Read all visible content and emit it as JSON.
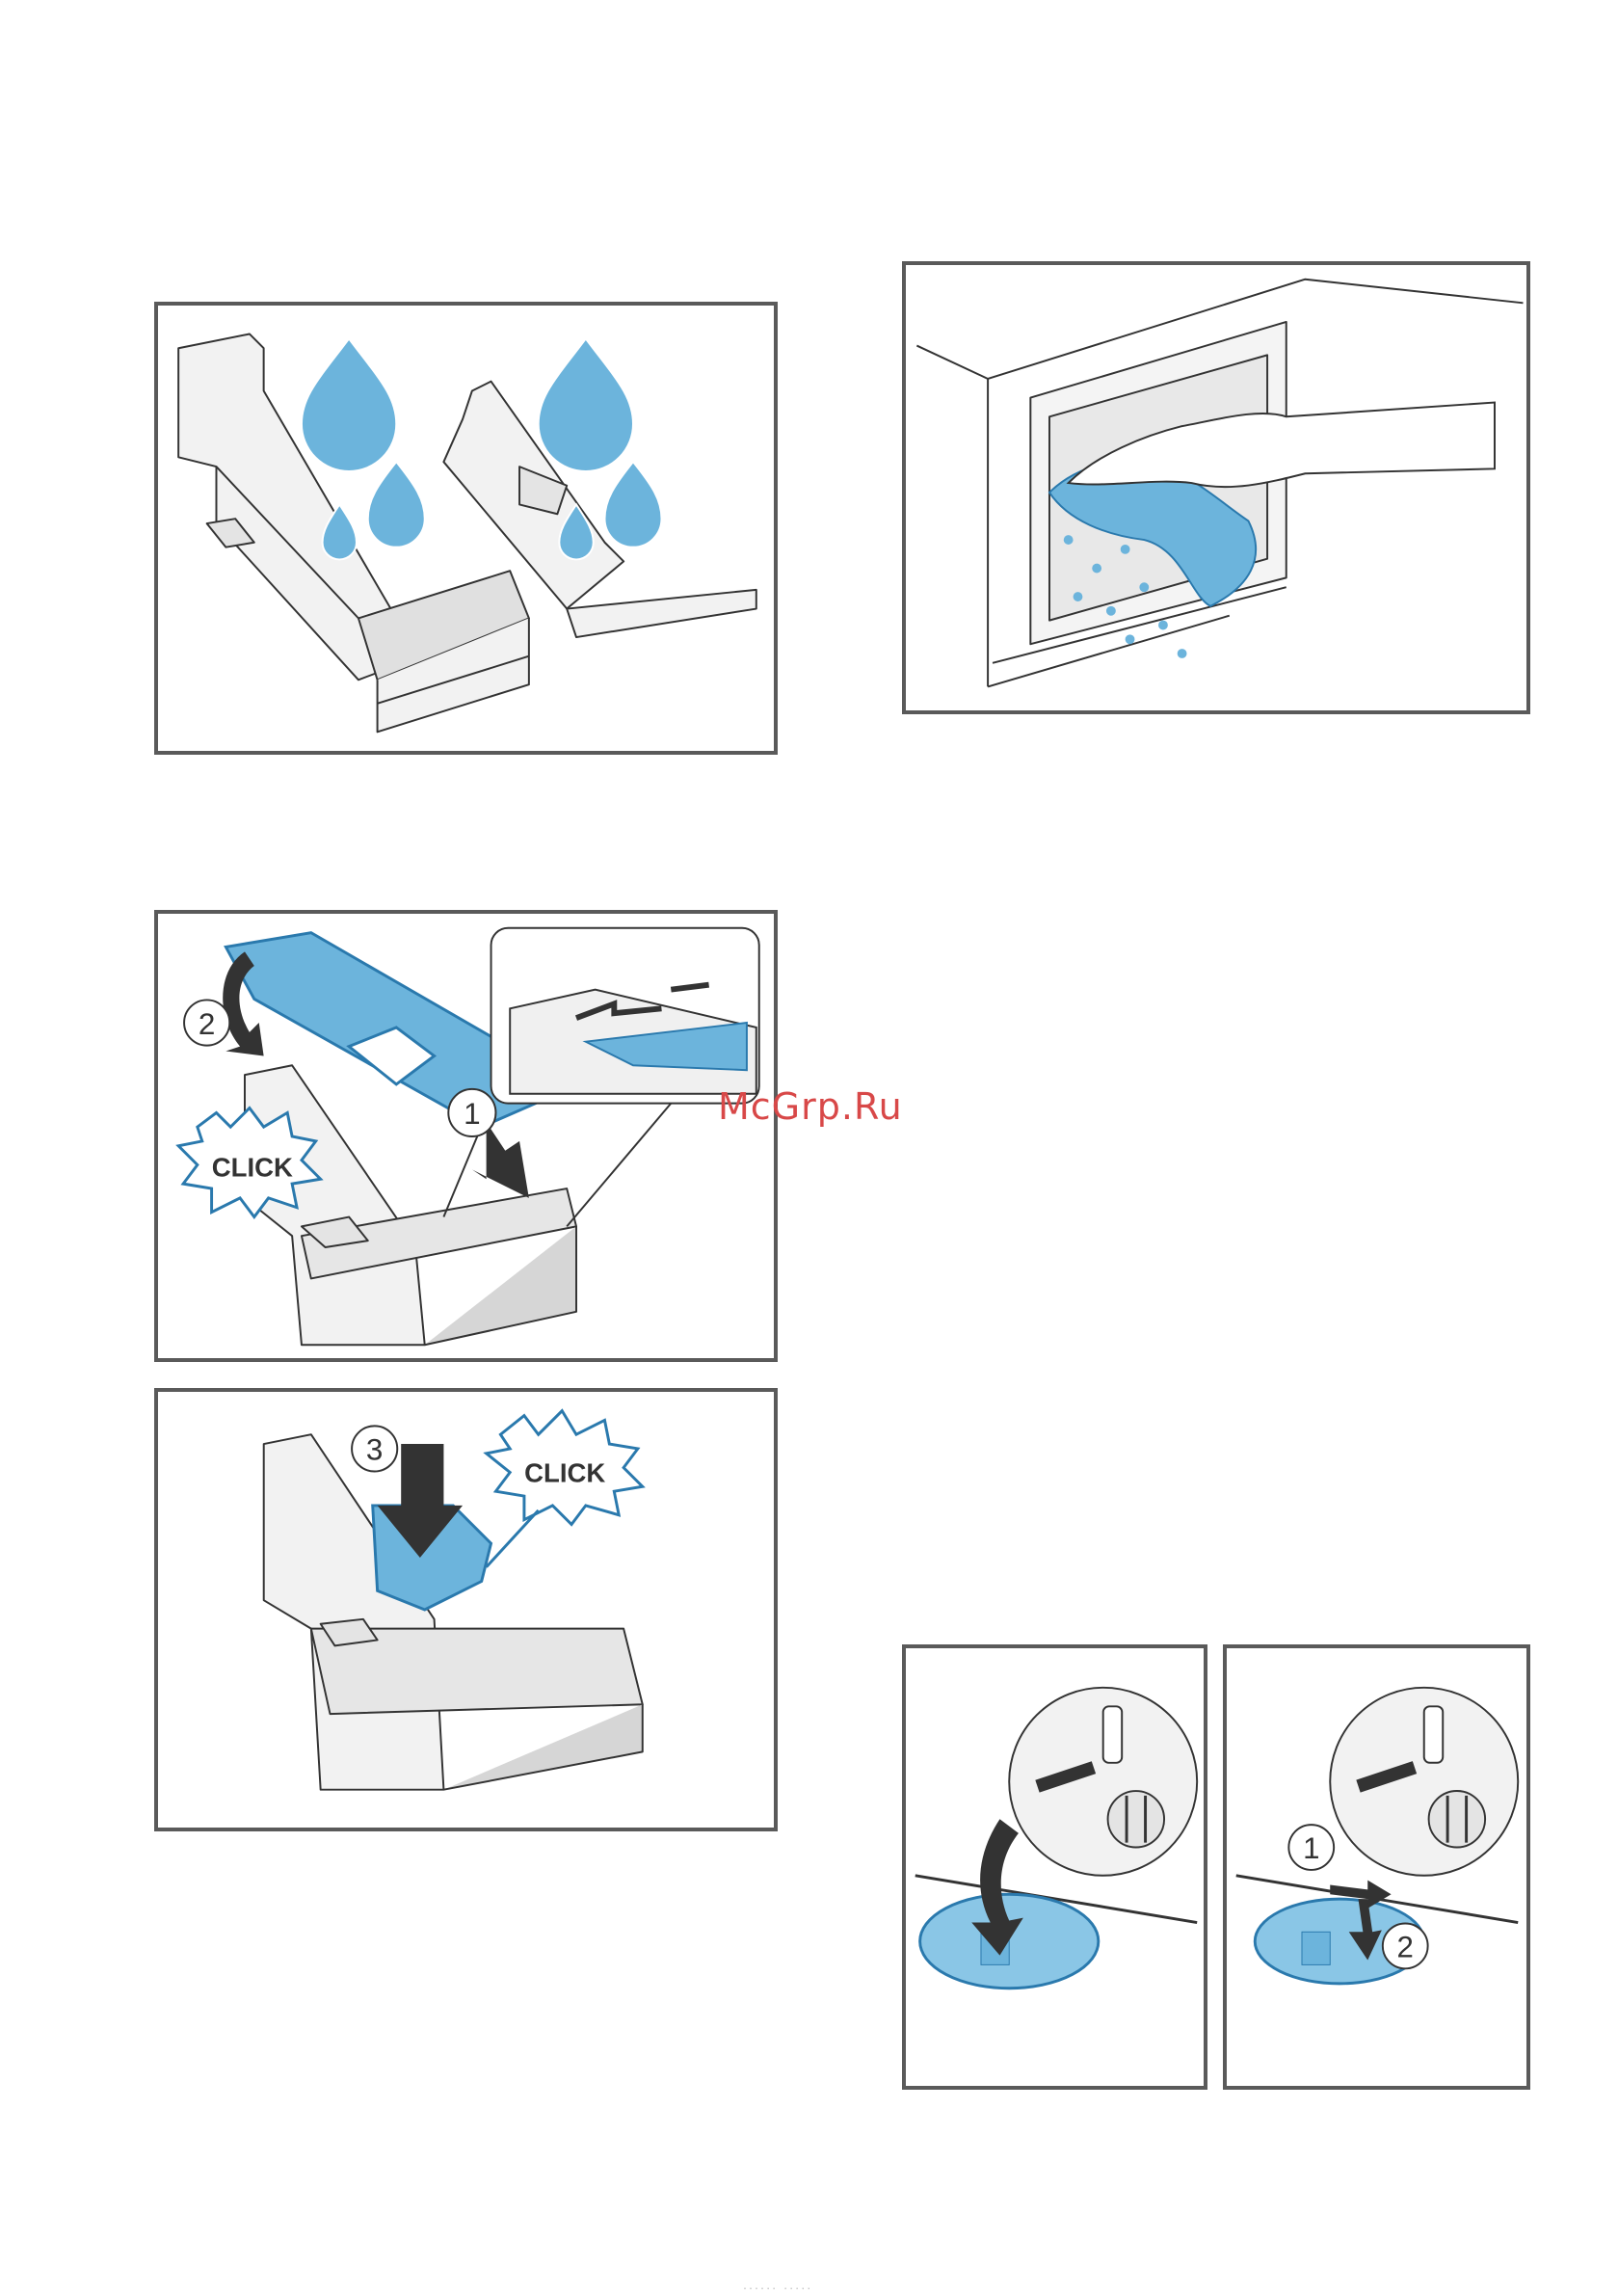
{
  "watermark": "McGrp.Ru",
  "footer_mark": "...... .....",
  "callouts": {
    "click": "CLICK",
    "step1": "1",
    "step2": "2",
    "step3": "3"
  },
  "colors": {
    "blue": "#6cb4dc",
    "blue_stroke": "#2a79ad",
    "panel_border": "#5a5a5a",
    "grey_fill": "#e4e4e4",
    "watermark": "#d84848"
  },
  "panels": [
    {
      "id": "rinse-drawer",
      "icon": "water-drops-icon"
    },
    {
      "id": "wipe-recess",
      "icon": "cloth-wipe-icon"
    },
    {
      "id": "insert-siphon",
      "icon": "siphon-insert-icon"
    },
    {
      "id": "press-siphon",
      "icon": "press-down-icon"
    },
    {
      "id": "pump-cover-open",
      "icon": "pump-cover-icon"
    },
    {
      "id": "pump-cover-remove",
      "icon": "pump-cover-icon"
    }
  ]
}
